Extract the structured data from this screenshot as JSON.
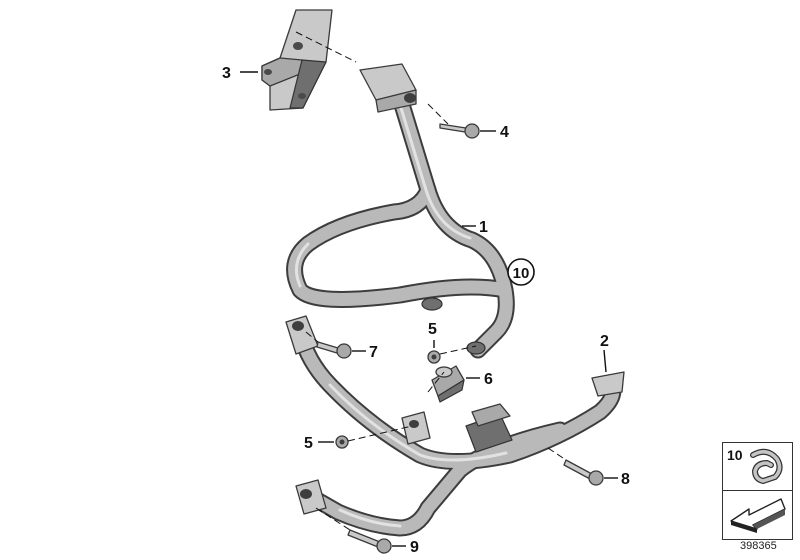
{
  "diagram": {
    "callouts": [
      "1",
      "2",
      "3",
      "4",
      "5",
      "5",
      "6",
      "7",
      "8",
      "9"
    ],
    "circled_callout": "10",
    "inset_label": "10",
    "drawing_number": "398365"
  }
}
